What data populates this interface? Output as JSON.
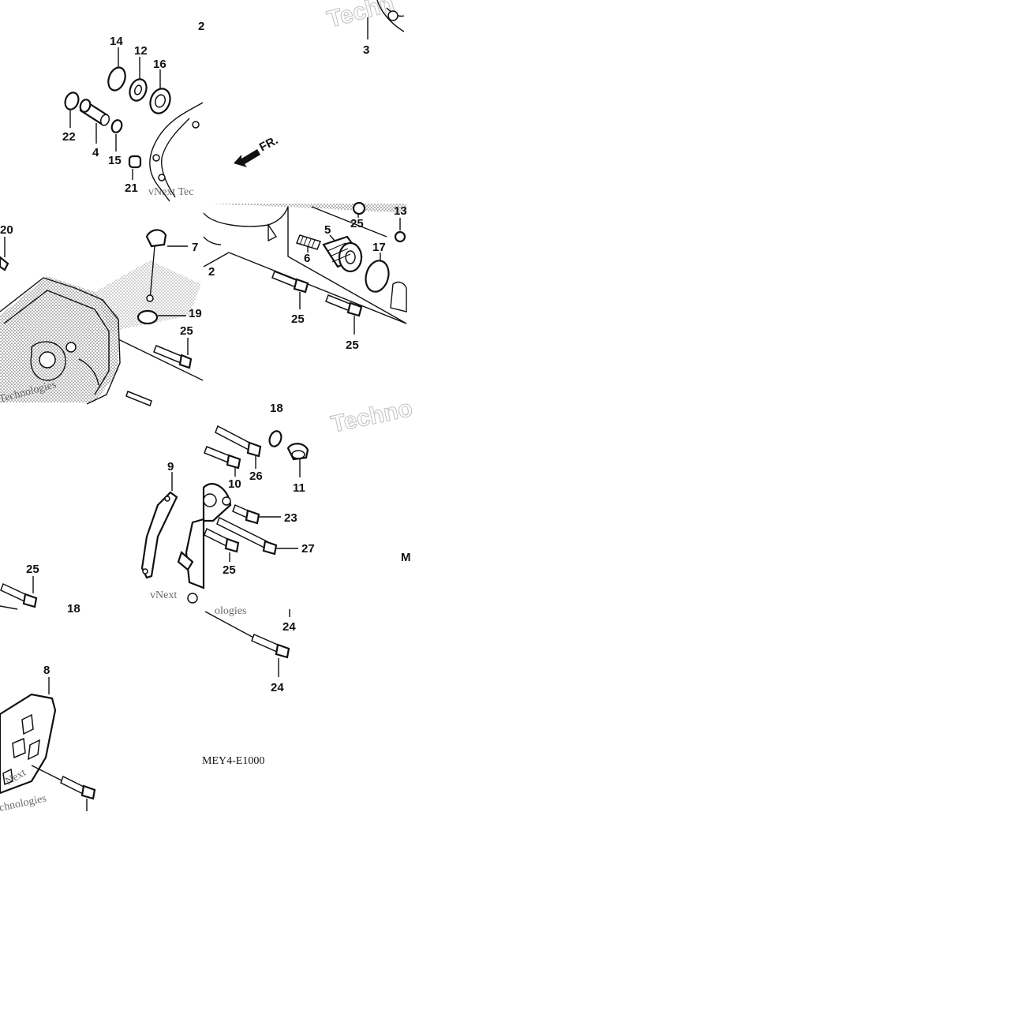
{
  "diagram": {
    "part_code": "MEY4-E1000",
    "direction_label": "FR.",
    "watermarks": [
      "Techn",
      "Techno",
      "vNext Tec",
      "Technologies",
      "vNext",
      "ologies",
      "chnologies",
      "Next"
    ],
    "callouts": [
      "14",
      "12",
      "16",
      "22",
      "4",
      "15",
      "21",
      "2",
      "3",
      "20",
      "7",
      "19",
      "25",
      "25",
      "5",
      "6",
      "13",
      "17",
      "2",
      "25",
      "25",
      "18",
      "26",
      "10",
      "11",
      "9",
      "23",
      "27",
      "25",
      "25",
      "18",
      "24",
      "24",
      "8",
      "M"
    ]
  }
}
